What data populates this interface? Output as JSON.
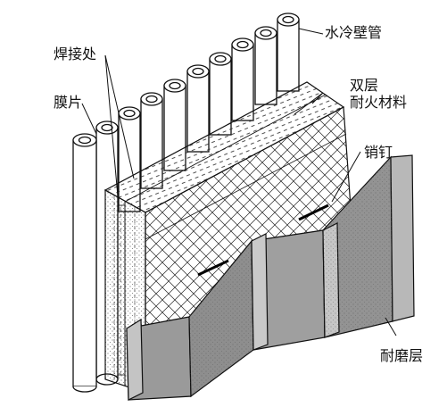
{
  "labels": {
    "water_wall_tubes": "水冷壁管",
    "weld_joint": "焊接处",
    "membrane_fin": "膜片",
    "double_layer_line1": "双层",
    "double_layer_line2": "耐火材料",
    "pin_stud": "销钉",
    "wear_layer": "耐磨层"
  },
  "colors": {
    "stroke": "#111111",
    "plate_fill": "#9a9a9a",
    "tube_fill": "#ffffff"
  }
}
